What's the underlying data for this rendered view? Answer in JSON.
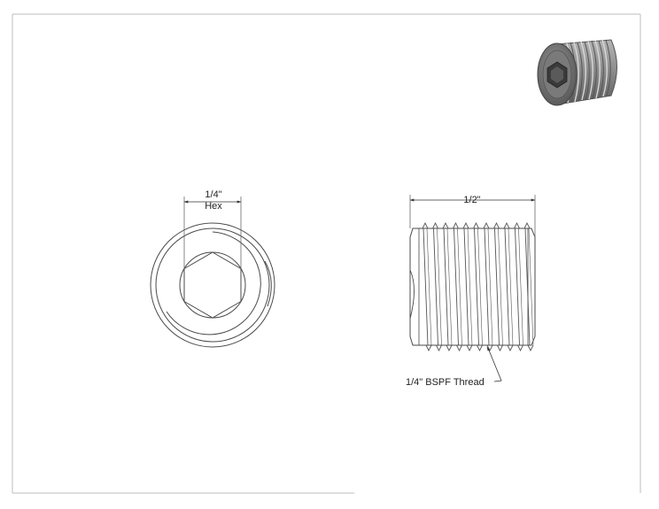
{
  "drawing": {
    "front_view": {
      "hex_label_size": "1/4\"",
      "hex_label_type": "Hex"
    },
    "side_view": {
      "length_label": "1/2\"",
      "thread_label": "1/4\" BSPF Thread"
    }
  },
  "colors": {
    "line": "#4a4a4a",
    "border": "#bdbdbd",
    "render_body": "#8c8c8c",
    "render_dark": "#3a3a3a"
  }
}
